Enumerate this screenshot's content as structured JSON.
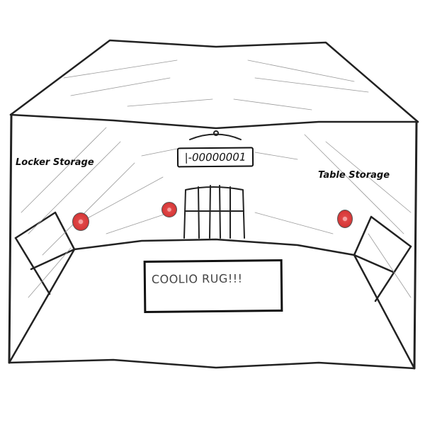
{
  "scene": {
    "style": "pencil-sketch room, perspective view",
    "room_number": "|-00000001",
    "left_area": {
      "label": "Locker Storage"
    },
    "right_area": {
      "label": "Table Storage"
    },
    "rug": {
      "label": "COOLIO RUG!!!"
    },
    "door": {
      "type": "barred gate"
    },
    "hotspots": [
      {
        "id": "left",
        "color": "#d83a3a"
      },
      {
        "id": "center",
        "color": "#d83a3a"
      },
      {
        "id": "right",
        "color": "#d83a3a"
      }
    ],
    "colors": {
      "ink": "#111111",
      "paper": "#ffffff",
      "hotspot": "#d83a3a"
    }
  }
}
